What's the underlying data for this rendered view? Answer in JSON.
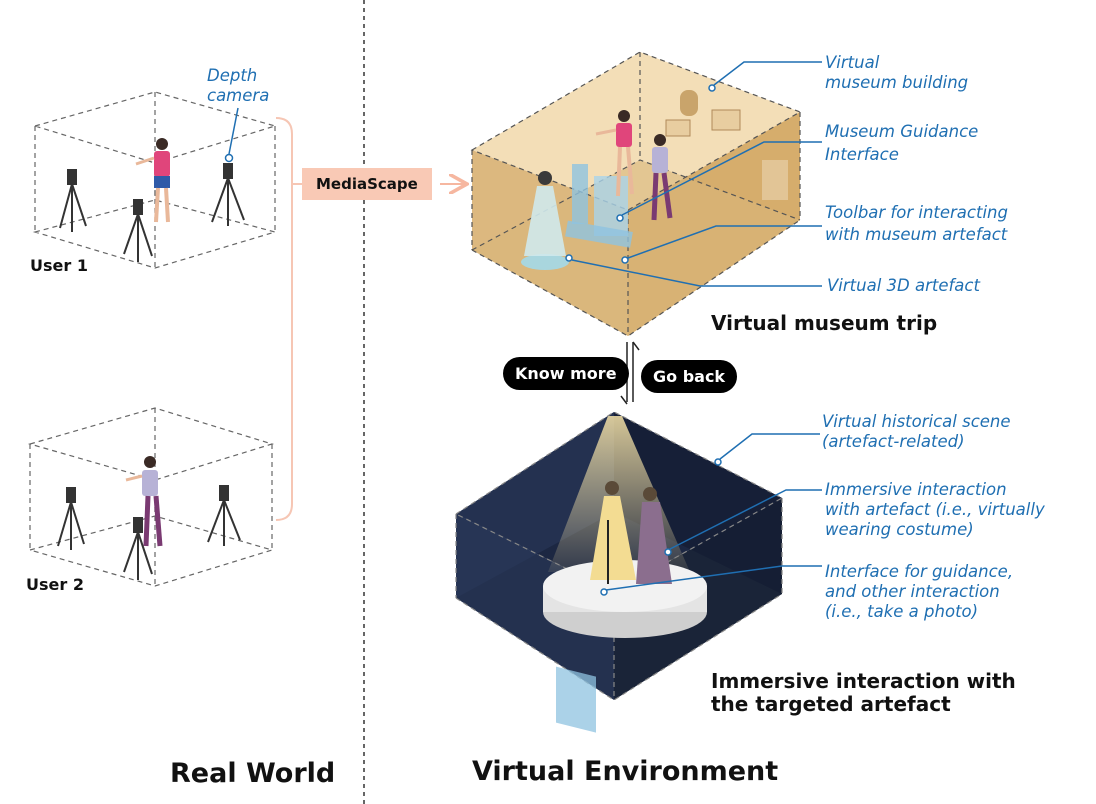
{
  "real_world": {
    "title": "Real World",
    "users": [
      "User 1",
      "User 2"
    ],
    "depth_camera_label": [
      "Depth",
      "camera"
    ]
  },
  "pipeline_label": "MediaScape",
  "virtual_environment": {
    "title": "Virtual Environment",
    "museum_trip": {
      "title": "Virtual museum trip",
      "annotations": [
        [
          "Virtual",
          "museum building"
        ],
        [
          "Museum Guidance",
          "Interface"
        ],
        [
          "Toolbar for interacting",
          "with museum artefact"
        ],
        [
          "Virtual 3D artefact"
        ]
      ]
    },
    "transitions": {
      "forward": "Know more",
      "backward": "Go back"
    },
    "immersive": {
      "title": [
        "Immersive interaction with",
        "the targeted artefact"
      ],
      "annotations": [
        [
          "Virtual historical scene",
          "(artefact-related)"
        ],
        [
          "Immersive interaction",
          "with artefact (i.e., virtually",
          "wearing costume)"
        ],
        [
          "Interface for guidance,",
          "and other interaction",
          "(i.e., take a photo)"
        ]
      ]
    }
  },
  "colors": {
    "annotation_blue": "#1f6fb2",
    "museum_floor": "#dcb87f",
    "museum_wall": "#f3deb7",
    "scene_dark": "#1e2a45",
    "mediascape_fill": "#f9c9b5",
    "bracket": "#f6c6b4"
  }
}
